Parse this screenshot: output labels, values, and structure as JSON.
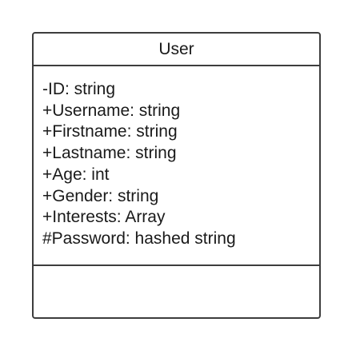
{
  "class": {
    "name": "User",
    "attributes": [
      "-ID: string",
      "+Username: string",
      "+Firstname: string",
      "+Lastname: string",
      "+Age: int",
      "+Gender: string",
      "+Interests: Array",
      "#Password: hashed string"
    ],
    "operations": []
  },
  "colors": {
    "border": "#3d3d3d",
    "text": "#1a1a1a",
    "background": "#ffffff"
  }
}
